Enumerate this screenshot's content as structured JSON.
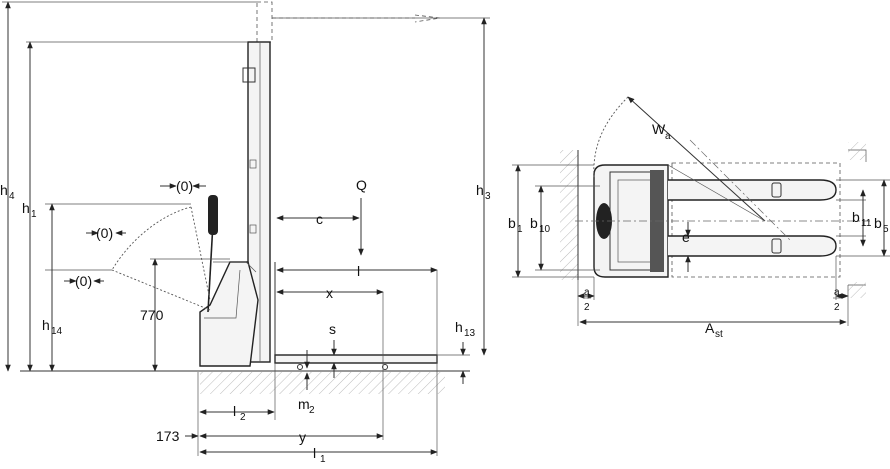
{
  "side_view": {
    "dim_h4": "h",
    "dim_h4_sub": "4",
    "dim_h1": "h",
    "dim_h1_sub": "1",
    "dim_h3": "h",
    "dim_h3_sub": "3",
    "dim_h14": "h",
    "dim_h14_sub": "14",
    "dim_h13": "h",
    "dim_h13_sub": "13",
    "dim_770": "770",
    "dim_Q": "Q",
    "dim_c": "c",
    "dim_l": "l",
    "dim_x": "x",
    "dim_s": "s",
    "dim_m2": "m",
    "dim_m2_sub": "2",
    "dim_l2": "l",
    "dim_l2_sub": "2",
    "dim_173": "173",
    "dim_y": "y",
    "dim_l1": "l",
    "dim_l1_sub": "1",
    "tiller_angle_top": "(0)",
    "tiller_angle_mid": "(0)",
    "tiller_angle_low": "(0)"
  },
  "top_view": {
    "dim_Wa": "W",
    "dim_Wa_sub": "a",
    "dim_b1": "b",
    "dim_b1_sub": "1",
    "dim_b10": "b",
    "dim_b10_sub": "10",
    "dim_b11": "b",
    "dim_b11_sub": "11",
    "dim_b5": "b",
    "dim_b5_sub": "5",
    "dim_e": "e",
    "dim_a2_left_num": "a",
    "dim_a2_left_den": "2",
    "dim_a2_right_num": "a",
    "dim_a2_right_den": "2",
    "dim_Ast": "A",
    "dim_Ast_sub": "st"
  }
}
